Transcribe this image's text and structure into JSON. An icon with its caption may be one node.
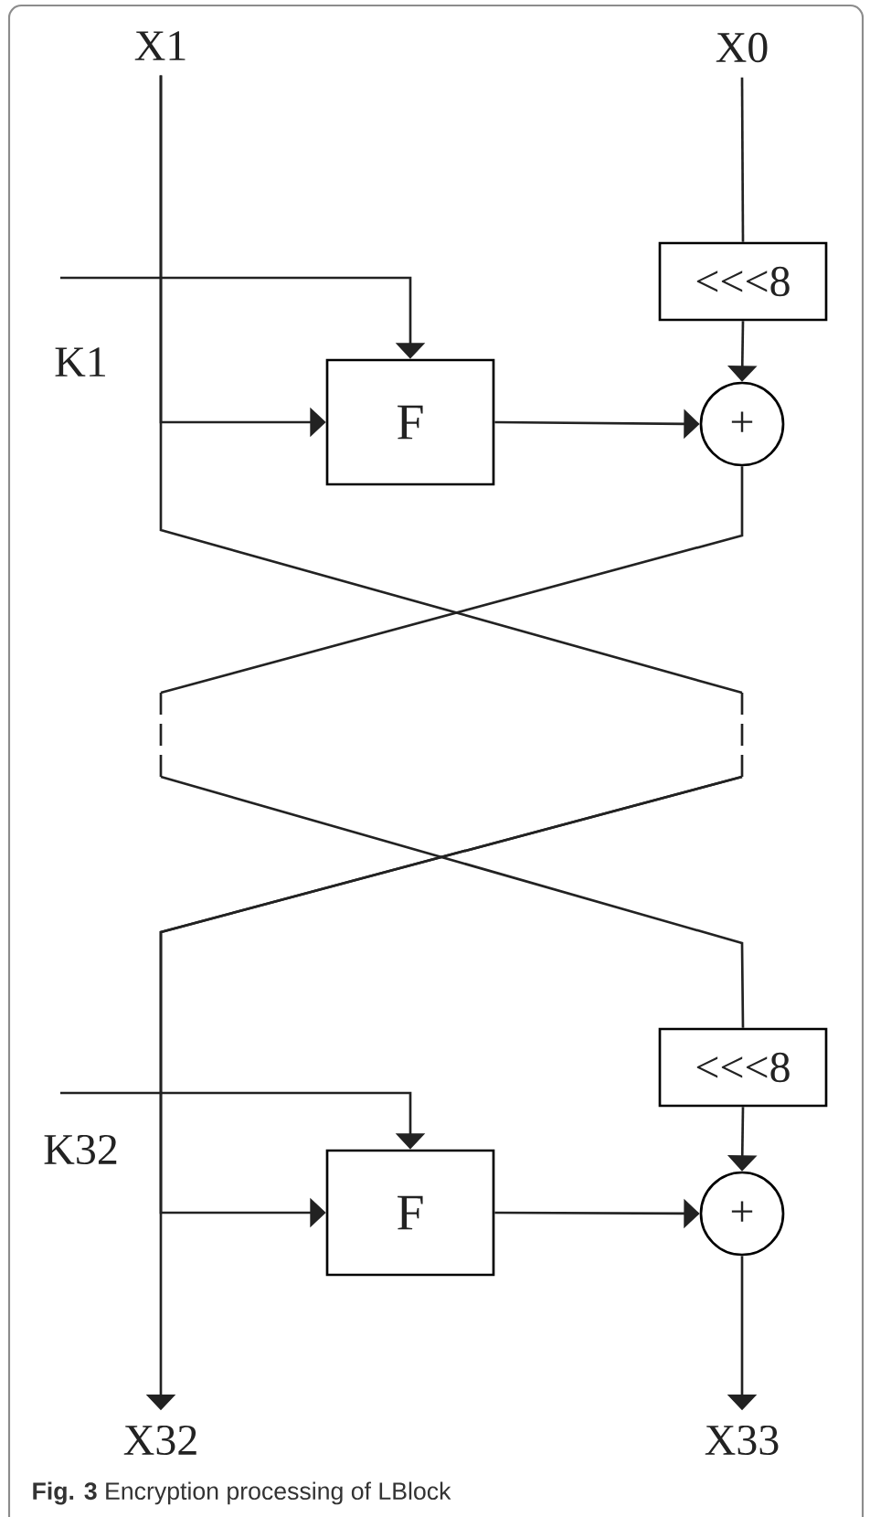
{
  "diagram": {
    "caption": "**Fig. 3** Encryption processing of LBlock",
    "nodes": [
      {
        "text": [
          "X1"
        ]
      },
      {
        "text": [
          "X0"
        ]
      },
      {
        "text": [
          "<<<8"
        ]
      },
      {
        "text": [
          "F"
        ]
      },
      {
        "text": [
          "+"
        ]
      },
      {
        "text": [
          "<<<8"
        ]
      },
      {
        "text": [
          "F"
        ]
      },
      {
        "text": [
          "+"
        ]
      },
      {
        "text": [
          "X32"
        ]
      },
      {
        "text": [
          "X33"
        ]
      }
    ],
    "edges": [
      {
        "from": 0,
        "to": 3,
        "arrow": "to"
      },
      {
        "from": 0,
        "to": null,
        "arrow": "none"
      },
      {
        "from": null,
        "to": 3,
        "arrow": "to"
      },
      {
        "from": 1,
        "to": 2,
        "arrow": "none"
      },
      {
        "from": 2,
        "to": 4,
        "arrow": "to"
      },
      {
        "from": 3,
        "to": 4,
        "arrow": "to"
      },
      {
        "from": 4,
        "to": null,
        "arrow": "none"
      },
      {
        "from": null,
        "to": 5,
        "arrow": "none"
      },
      {
        "from": null,
        "to": 8,
        "arrow": "to"
      },
      {
        "from": null,
        "to": 6,
        "arrow": "to"
      },
      {
        "from": null,
        "to": 6,
        "arrow": "to"
      },
      {
        "from": 5,
        "to": 7,
        "arrow": "to"
      },
      {
        "from": 6,
        "to": 7,
        "arrow": "to"
      },
      {
        "from": 7,
        "to": 9,
        "arrow": "to"
      }
    ],
    "labels": [
      "K1",
      "K32"
    ]
  }
}
